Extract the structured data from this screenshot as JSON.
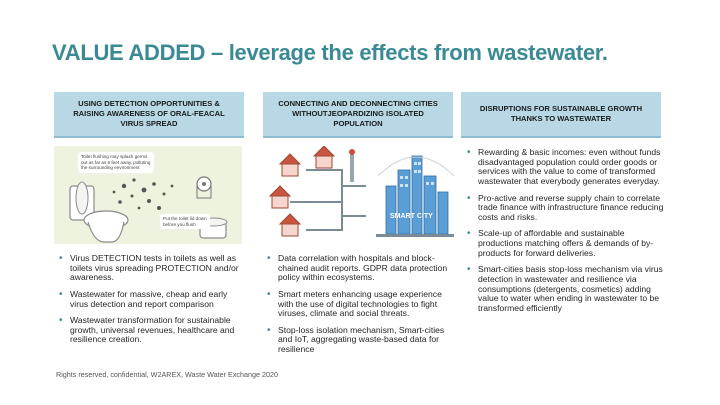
{
  "slide": {
    "title": "VALUE ADDED – leverage the effects from wastewater.",
    "footer": "Rights reserved, confidential, W2AREX, Waste Water Exchange 2020"
  },
  "columns": [
    {
      "header": "USING DETECTION OPPORTUNITIES & RAISING AWARENESS OF ORAL-FEACAL VIRUS SPREAD",
      "illustration": {
        "icon": "toilet-illustration",
        "callout_top": "Toilet flushing may splash germs out as far as 6 feet away, polluting the surrounding environment",
        "callout_bottom": "Put the toilet lid down before you flush"
      },
      "bullets": [
        "Virus DETECTION tests in toilets as well as toilets virus spreading PROTECTION and/or awareness.",
        "Wastewater for massive, cheap and early virus detection and report comparison",
        "Wastewater transformation for sustainable growth, universal revenues, healthcare and resilience creation."
      ]
    },
    {
      "header": "CONNECTING  AND DECONNECTING CITIES WITHOUTJEOPARDIZING ISOLATED POPULATION",
      "illustration": {
        "icon": "smart-city-illustration",
        "label": "SMART CITY"
      },
      "bullets": [
        "Data correlation with hospitals and block-chained audit reports. GDPR data protection policy within ecosystems.",
        "Smart meters enhancing usage experience with the use of digital technologies to fight viruses, climate and social threats.",
        "Stop-loss isolation mechanism, Smart-cities and IoT, aggregating waste-based data for resilience"
      ]
    },
    {
      "header": "DISRUPTIONS FOR SUSTAINABLE GROWTH THANKS TO WASTEWATER",
      "bullets": [
        "Rewarding & basic incomes: even without funds disadvantaged population could order goods or services with the value to come of transformed wastewater that everybody generates everyday.",
        "Pro-active and reverse supply chain to correlate trade finance with infrastructure finance reducing costs and risks.",
        "Scale-up of affordable and sustainable productions matching offers & demands of by-products for forward deliveries.",
        "Smart-cities basis stop-loss mechanism via virus detection in wastewater and resilience via consumptions (detergents, cosmetics) adding value to water when ending in wastewater to be transformed efficiently"
      ]
    }
  ],
  "colors": {
    "title": "#3a8a96",
    "header_bg": "#b7d8e4",
    "illustration_bg": "#eef3df"
  }
}
